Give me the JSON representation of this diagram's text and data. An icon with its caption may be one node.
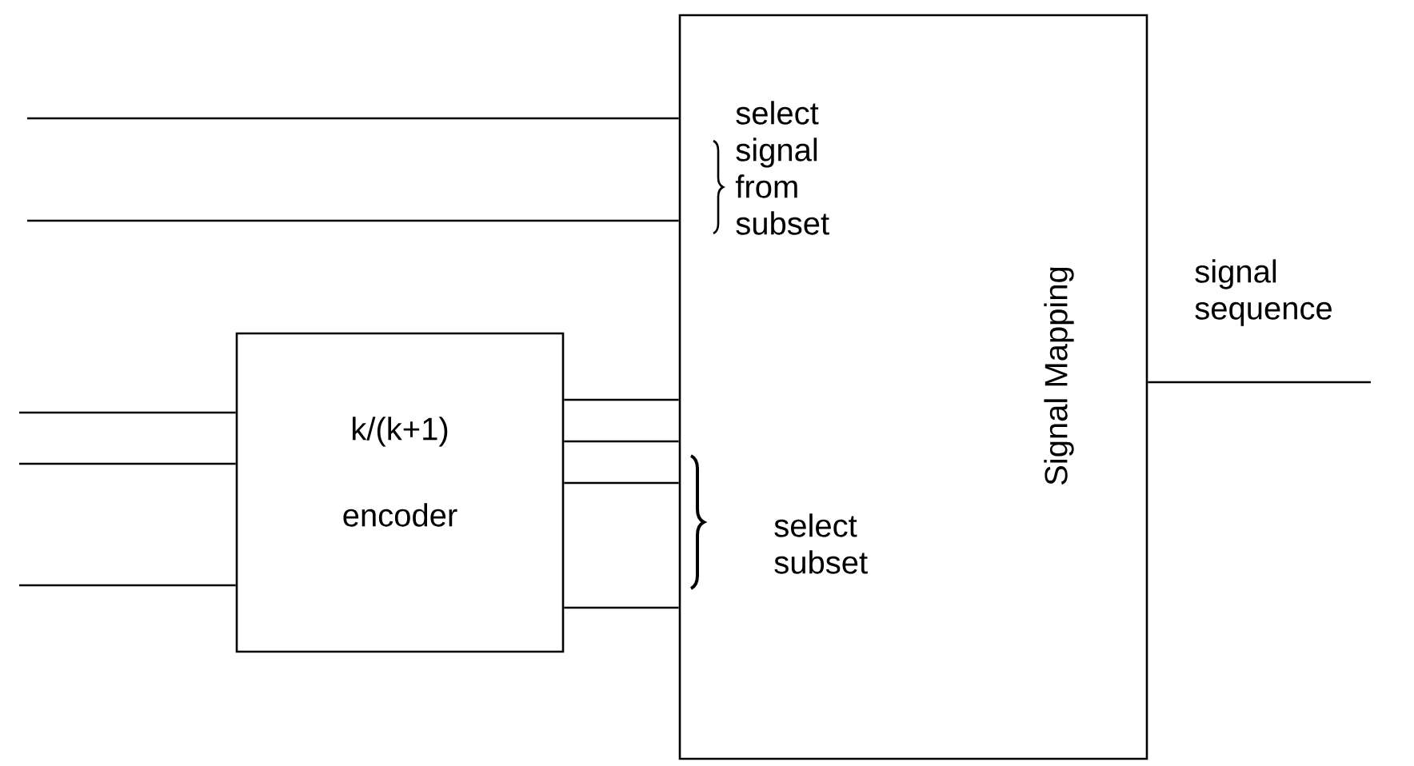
{
  "diagram": {
    "nodes": [
      {
        "text": [
          "Signal Mapping"
        ]
      },
      {
        "text": [
          "k/(k+1)",
          "encoder"
        ]
      }
    ],
    "edges": [
      {
        "from": null,
        "to": 0,
        "arrow": "none"
      },
      {
        "from": null,
        "to": 0,
        "arrow": "none"
      },
      {
        "from": null,
        "to": 1,
        "arrow": "none"
      },
      {
        "from": null,
        "to": 1,
        "arrow": "none"
      },
      {
        "from": null,
        "to": 1,
        "arrow": "none"
      },
      {
        "from": 1,
        "to": 0,
        "arrow": "none"
      },
      {
        "from": 1,
        "to": 0,
        "arrow": "none"
      },
      {
        "from": 1,
        "to": 0,
        "arrow": "none"
      },
      {
        "from": 1,
        "to": 0,
        "arrow": "none"
      },
      {
        "from": 0,
        "to": null,
        "arrow": "none"
      }
    ],
    "labels": [
      "select signal from subset",
      "signal sequence",
      "select subset"
    ]
  }
}
